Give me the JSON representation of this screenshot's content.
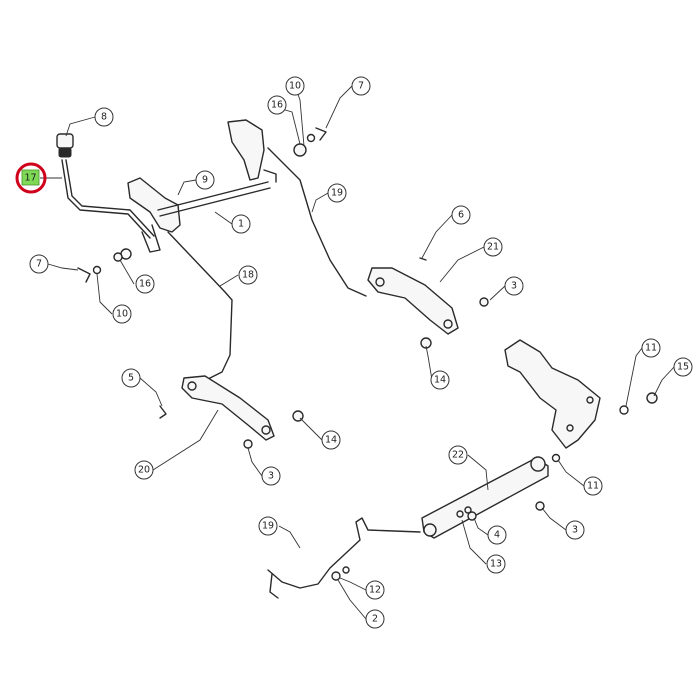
{
  "colors": {
    "line": "#2a2a2a",
    "highlight_ring": "#d0021b",
    "highlight_fill": "#7ed957"
  },
  "callouts": [
    {
      "label": "17",
      "highlighted": true
    },
    {
      "label": "8"
    },
    {
      "label": "9"
    },
    {
      "label": "1"
    },
    {
      "label": "7"
    },
    {
      "label": "16"
    },
    {
      "label": "10"
    },
    {
      "label": "10"
    },
    {
      "label": "7"
    },
    {
      "label": "16"
    },
    {
      "label": "19"
    },
    {
      "label": "18"
    },
    {
      "label": "6"
    },
    {
      "label": "21"
    },
    {
      "label": "3"
    },
    {
      "label": "14"
    },
    {
      "label": "5"
    },
    {
      "label": "20"
    },
    {
      "label": "14"
    },
    {
      "label": "3"
    },
    {
      "label": "11"
    },
    {
      "label": "15"
    },
    {
      "label": "11"
    },
    {
      "label": "22"
    },
    {
      "label": "3"
    },
    {
      "label": "4"
    },
    {
      "label": "13"
    },
    {
      "label": "19"
    },
    {
      "label": "12"
    },
    {
      "label": "2"
    }
  ]
}
